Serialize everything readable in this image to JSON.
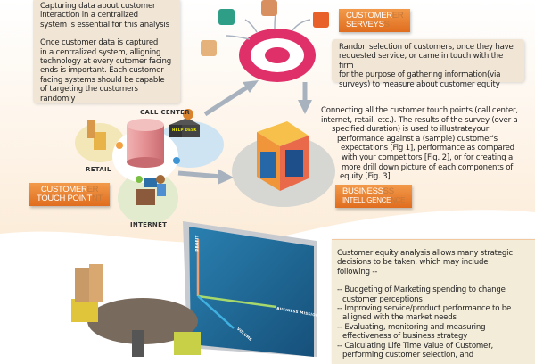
{
  "top_callout": {
    "p1": [
      "Capturing data about customer",
      "interaction in a centralized",
      "system is essential for this analysis"
    ],
    "p2": [
      "Once customer data is captured",
      "in a centralized system, alligning",
      "technology at every cutomer facing",
      "ends is important. Each customer",
      "facing systems should be capable",
      "of targeting the customers randomly"
    ]
  },
  "tags": {
    "surveys": {
      "line1": "CUSTOMER",
      "ghost1": "ER",
      "line2": "SERVEYS",
      "ghost2": "S"
    },
    "touch_point": {
      "line1": "CUSTOMER",
      "ghost1": "ER",
      "line2": "TOUCH POINT",
      "ghost2": "NT"
    },
    "bi": {
      "line1": "BUSINESS",
      "ghost1": "SS",
      "line2": "INTELLIGENCE",
      "ghost2": "NCE"
    }
  },
  "survey_callout": [
    "Randon selection of customers, once they have",
    "requested service, or came in touch with the firm",
    "for the purpose of gathering information(via",
    "surveys) to measure about customer equity"
  ],
  "bi_text": [
    "Connecting all the customer touch points (call center,",
    "internet, retail, etc.). The results of the survey (over a",
    "specified duration) is used to illustrateyour",
    "performance against a (sample) customer's",
    "expectations [Fig 1], performance as compared",
    "with your competitors [Fig. 2], or for creating a",
    "more drill down picture of each components of",
    "equity [Fig. 3]"
  ],
  "touch_labels": {
    "call_center": "CALL CENTER",
    "retail": "RETAIL",
    "internet": "INTERNET",
    "help_desk": "HELP DESK"
  },
  "screen_axes": {
    "y": "PROFIT",
    "x": "BUSINESS MISSION",
    "z": "VOLUME"
  },
  "equity_box": {
    "intro": [
      "Customer equity analysis allows many strategic",
      "decisions to be taken, which may include",
      "following --"
    ],
    "items": [
      [
        "-- Budgeting of Marketing spending to change",
        "customer perceptions"
      ],
      [
        "-- Improving service/product performance to be",
        "alligned with the market needs"
      ],
      [
        "-- Evaluating, monitoring and measuring",
        "effectiveness of business strategy"
      ],
      [
        "-- Calculating Life Time Value of Customer,",
        "performing customer selection, and"
      ]
    ]
  },
  "colors": {
    "target": "#e0306a",
    "tag": "#e8792a",
    "callout": "#f1e6d6",
    "screen": "#1f6e9e",
    "box": "#f3ecd9"
  }
}
